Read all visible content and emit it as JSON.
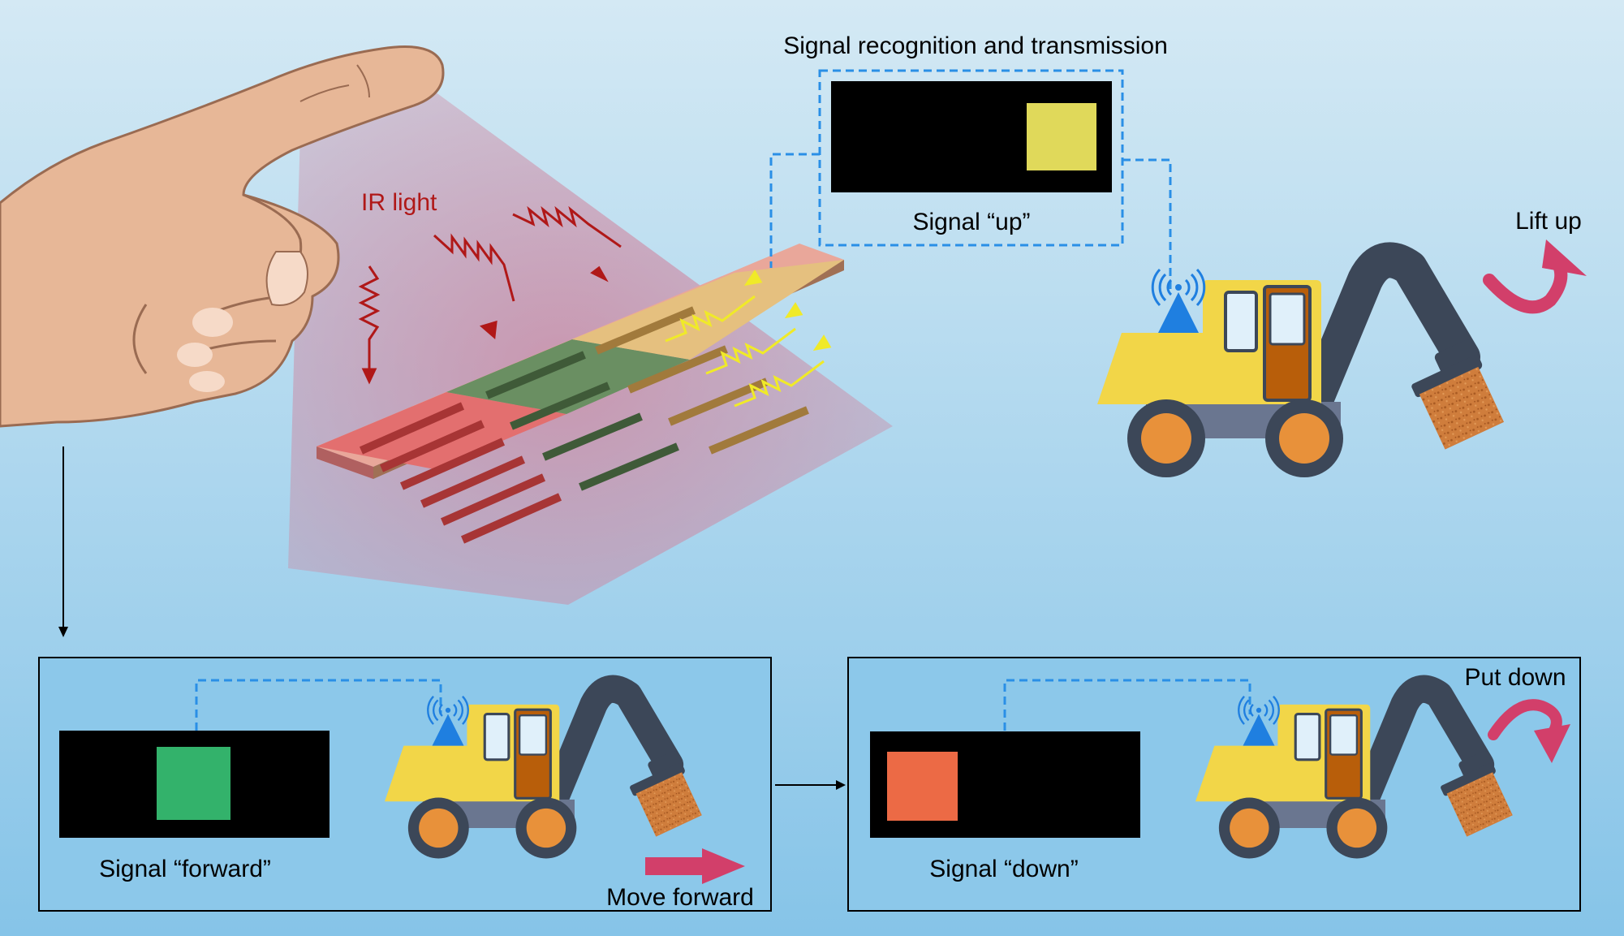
{
  "labels": {
    "ir_light": "IR light",
    "signal_recognition": "Signal recognition and transmission",
    "signal_up": "Signal “up”",
    "lift_up": "Lift up",
    "signal_forward": "Signal “forward”",
    "move_forward": "Move forward",
    "signal_down": "Signal “down”",
    "put_down": "Put down"
  },
  "colors": {
    "background_top": "#d2e8f4",
    "background_bottom": "#86c4e8",
    "skin": "#e7b797",
    "skin_outline": "#9a6b52",
    "ir_arrow": "#b01818",
    "emission_arrow": "#f0ea28",
    "panel_red": "#e36f6f",
    "panel_green": "#6a8f62",
    "panel_yellow": "#e5c07f",
    "signal_up_square": "#e0d95a",
    "signal_forward_square": "#33b26b",
    "signal_down_square": "#ec6a45",
    "signal_line": "#2a8fe6",
    "excavator_body": "#f2d648",
    "excavator_door": "#b85e0a",
    "excavator_arm": "#3c4758",
    "wheel": "#e8913a",
    "bucket_load": "#cc7a3a",
    "motion_arrow": "#d23f6a"
  }
}
